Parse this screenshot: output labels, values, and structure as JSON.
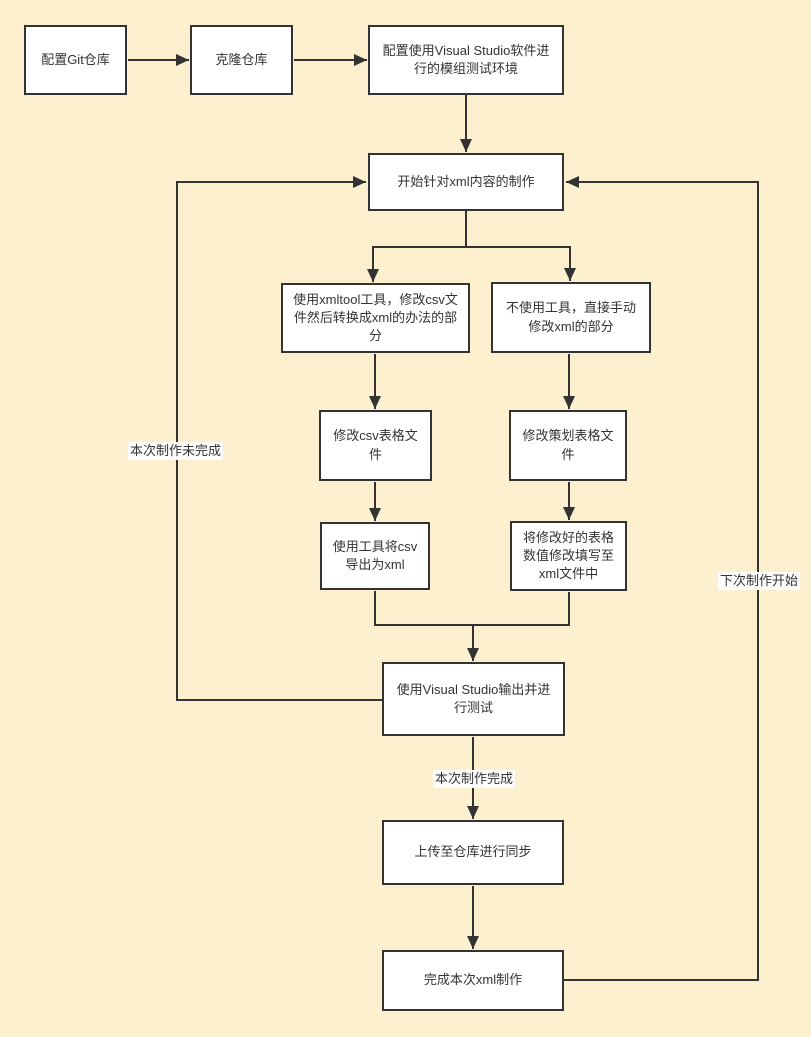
{
  "diagram": {
    "background_color": "#FCF0CE",
    "node_fill": "#FFFFFF",
    "stroke_color": "#333333",
    "text_color": "#333333",
    "label_bg": "#FDFDFD"
  },
  "nodes": [
    {
      "id": "configure-git-repo",
      "label": "配置Git仓库"
    },
    {
      "id": "clone-repo",
      "label": "克隆仓库"
    },
    {
      "id": "configure-vs-test-env",
      "label": "配置使用Visual Studio软件进行的模组测试环境"
    },
    {
      "id": "start-xml-production",
      "label": "开始针对xml内容的制作"
    },
    {
      "id": "use-xmltool-branch",
      "label": "使用xmltool工具，修改csv文件然后转换成xml的办法的部分"
    },
    {
      "id": "no-tool-branch",
      "label": "不使用工具，直接手动修改xml的部分"
    },
    {
      "id": "edit-csv-table",
      "label": "修改csv表格文件"
    },
    {
      "id": "edit-design-table",
      "label": "修改策划表格文件"
    },
    {
      "id": "export-csv-to-xml",
      "label": "使用工具将csv导出为xml"
    },
    {
      "id": "fill-values-into-xml",
      "label": "将修改好的表格数值修改填写至xml文件中"
    },
    {
      "id": "vs-output-and-test",
      "label": "使用Visual Studio输出并进行测试"
    },
    {
      "id": "upload-sync-repo",
      "label": "上传至仓库进行同步"
    },
    {
      "id": "finish-xml-production",
      "label": "完成本次xml制作"
    }
  ],
  "edge_labels": [
    {
      "id": "production-complete",
      "label": "本次制作完成"
    },
    {
      "id": "production-incomplete",
      "label": "本次制作未完成"
    },
    {
      "id": "next-production-start",
      "label": "下次制作开始"
    }
  ]
}
